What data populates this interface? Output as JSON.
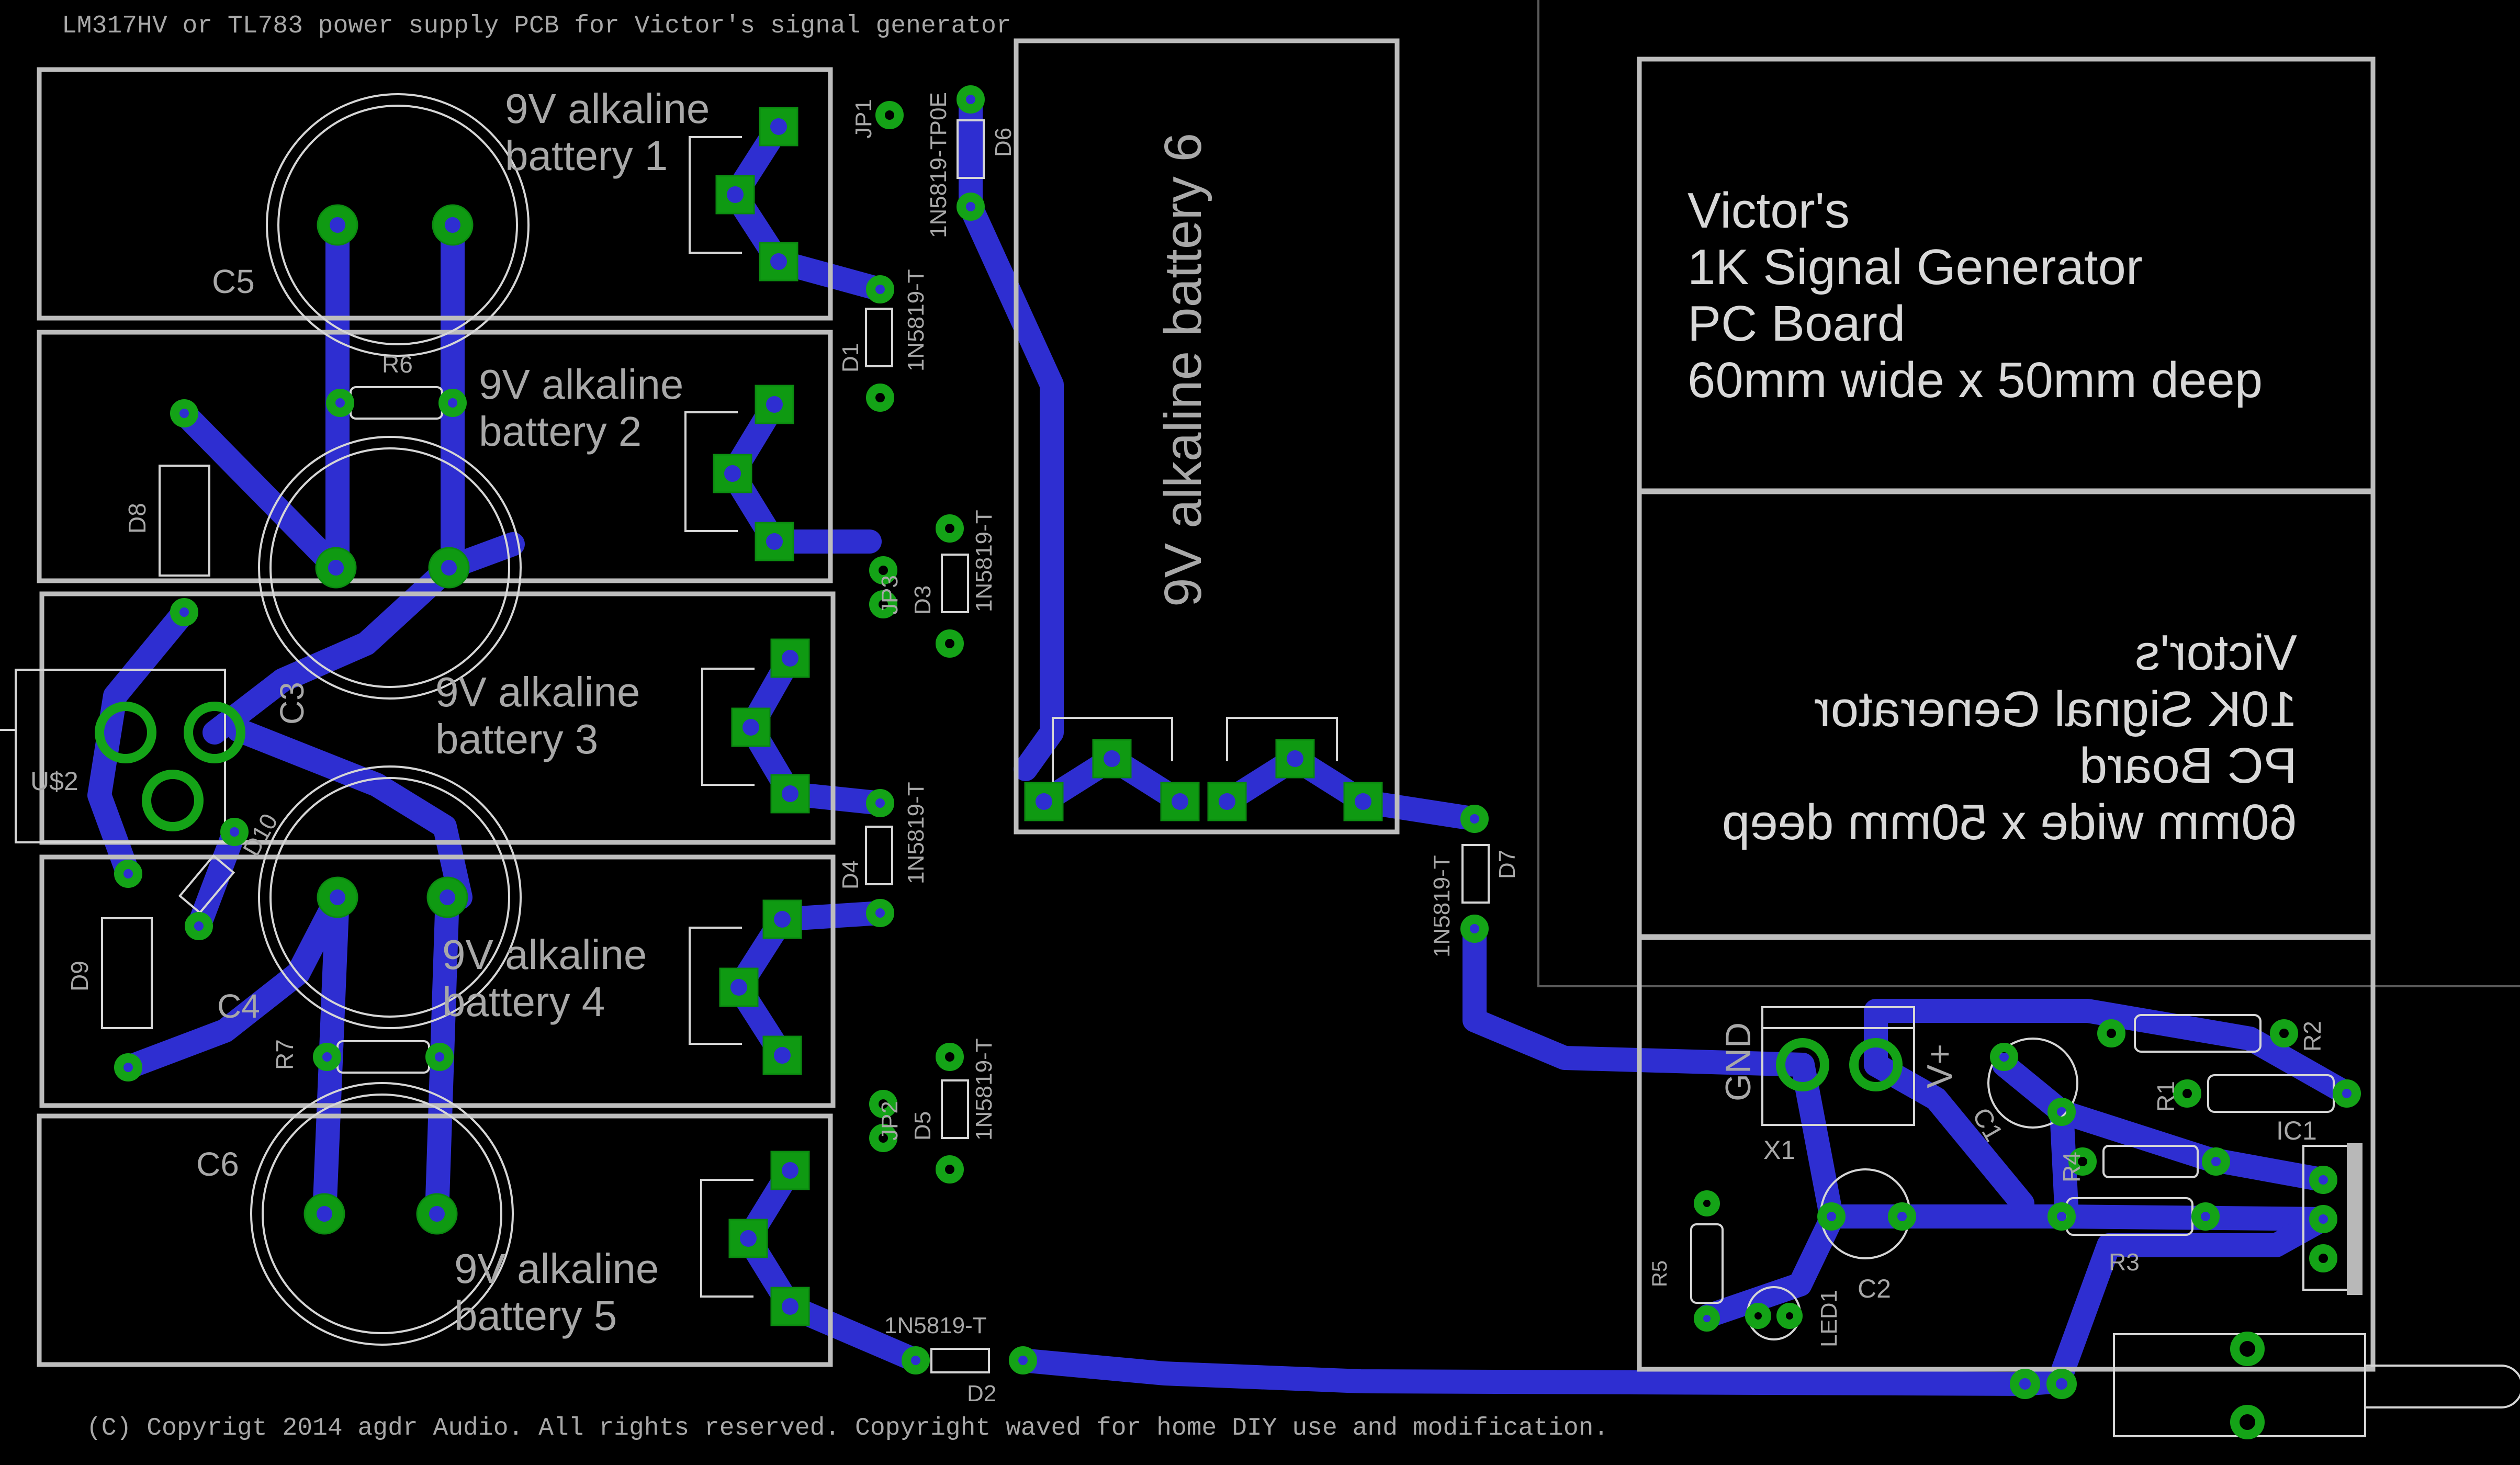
{
  "header": {
    "title": "LM317HV or TL783 power supply PCB for Victor's signal generator"
  },
  "footer": {
    "copyright": "(C) Copyrigt 2014 agdr Audio. All rights reserved. Copyright waved for home DIY use and modification."
  },
  "batteries": [
    {
      "line1": "9V alkaline",
      "line2": "battery 1"
    },
    {
      "line1": "9V alkaline",
      "line2": "battery 2"
    },
    {
      "line1": "9V alkaline",
      "line2": "battery 3"
    },
    {
      "line1": "9V alkaline",
      "line2": "battery 4"
    },
    {
      "line1": "9V alkaline",
      "line2": "battery 5"
    }
  ],
  "battery6": {
    "label": "9V alkaline battery 6"
  },
  "board_note": {
    "line1": "Victor's",
    "line2": "1K Signal Generator",
    "line3": "PC Board",
    "line4": "60mm wide x 50mm deep"
  },
  "board_note_mirrored": {
    "line1": "Victor's",
    "line2": "10K Signal Generator",
    "line3": "PC Board",
    "line4": "60mm wide x 50mm deep"
  },
  "capacitors": {
    "c5": "C5",
    "c3": "C3",
    "c4": "C4",
    "c6": "C6",
    "c1": "C1",
    "c2": "C2"
  },
  "resistors": {
    "r6": "R6",
    "r7": "R7",
    "r1": "R1",
    "r2": "R2",
    "r3": "R3",
    "r4": "R4",
    "r5": "R5"
  },
  "diodes": {
    "d1": "D1",
    "d2": "D2",
    "d4": "D4",
    "d6": "D6",
    "d7": "D7",
    "d8": "D8",
    "d9": "D9",
    "d10": "D10",
    "part": "1N5819-T",
    "d6_part": "1N5819-TP0E"
  },
  "jumpers": {
    "jp1": "JP1",
    "jp2": "JP2",
    "jp3": "JP3",
    "d3": "D3",
    "d5": "D5"
  },
  "misc": {
    "us2": "U$2",
    "x1": "X1",
    "ic1": "IC1",
    "led1": "LED1",
    "gnd": "GND",
    "vplus": "V+",
    "plus": "+"
  }
}
